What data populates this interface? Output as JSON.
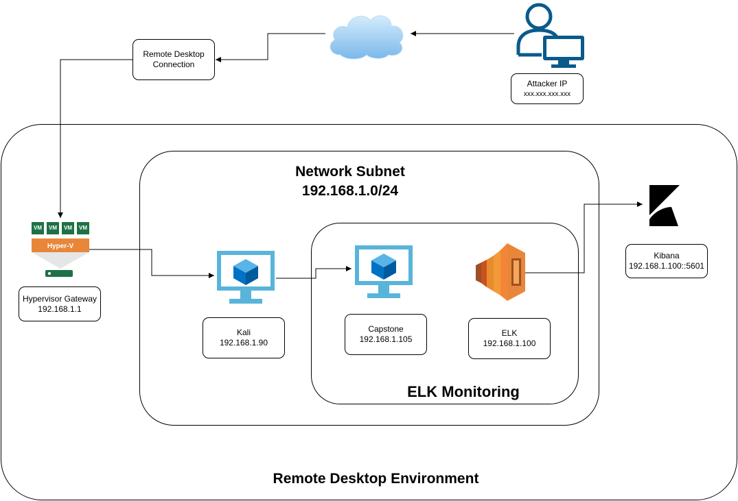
{
  "regions": {
    "environment": "Remote Desktop Environment",
    "subnet_name": "Network Subnet",
    "subnet_cidr": "192.168.1.0/24",
    "monitoring": "ELK Monitoring"
  },
  "nodes": {
    "remote_desktop": {
      "line1": "Remote Desktop",
      "line2": "Connection"
    },
    "attacker": {
      "label": "Attacker IP",
      "ip": "xxx.xxx.xxx.xxx"
    },
    "hypervisor": {
      "label": "Hypervisor Gateway",
      "ip": "192.168.1.1",
      "badge": "Hyper-V",
      "vm_tag": "VM"
    },
    "kali": {
      "label": "Kali",
      "ip": "192.168.1.90"
    },
    "capstone": {
      "label": "Capstone",
      "ip": "192.168.1.105"
    },
    "elk": {
      "label": "ELK",
      "ip": "192.168.1.100"
    },
    "kibana": {
      "label": "Kibana",
      "ip": "192.168.1.100::5601"
    }
  },
  "colors": {
    "monitor_blue": "#59b4d9",
    "cube_blue": "#0072c6",
    "hyperv_orange": "#e8863a",
    "vm_green": "#1e7145",
    "aws_orange": "#e88b2e",
    "cloud_blue": "#8ec5ee"
  },
  "icons": [
    "cloud-icon",
    "user-computer-icon",
    "hyper-v-icon",
    "virtual-machine-icon",
    "aws-elk-icon",
    "kibana-icon"
  ]
}
